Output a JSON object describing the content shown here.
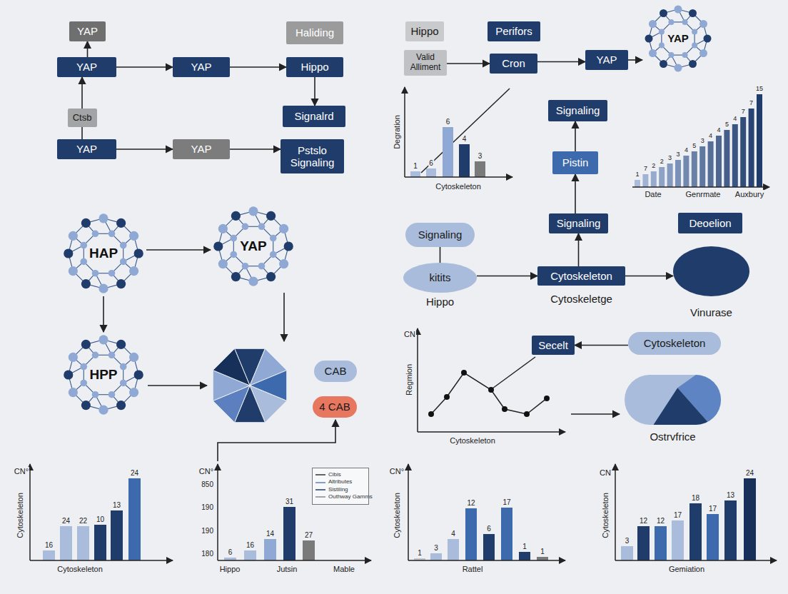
{
  "diagram": {
    "nodes": [
      {
        "text": [
          "YAP"
        ]
      },
      {
        "text": [
          "Haliding"
        ]
      },
      {
        "text": [
          "YAP"
        ]
      },
      {
        "text": [
          "YAP"
        ]
      },
      {
        "text": [
          "Hippo"
        ]
      },
      {
        "text": [
          "Ctsb"
        ]
      },
      {
        "text": [
          "Signalrd"
        ]
      },
      {
        "text": [
          "YAP"
        ]
      },
      {
        "text": [
          "YAP"
        ]
      },
      {
        "text": [
          "Pstslo Signaling"
        ]
      },
      {
        "text": [
          "Hippo"
        ]
      },
      {
        "text": [
          "Perifors"
        ]
      },
      {
        "text": [
          "Valid Alliment"
        ]
      },
      {
        "text": [
          "Cron"
        ]
      },
      {
        "text": [
          "YAP"
        ]
      },
      {
        "text": [
          "YAP"
        ]
      },
      {
        "text": [
          "Signaling"
        ]
      },
      {
        "text": [
          "Pistin"
        ]
      },
      {
        "text": [
          "Signaling"
        ]
      },
      {
        "text": [
          "Deoelion"
        ]
      },
      {
        "text": [
          "HAP"
        ]
      },
      {
        "text": [
          "YAP"
        ]
      },
      {
        "text": [
          "Signaling"
        ]
      },
      {
        "text": [
          "kitits",
          "Hippo"
        ]
      },
      {
        "text": [
          "Cytoskeleton",
          "Cytoskeletge"
        ]
      },
      {
        "text": [
          "Vinurase"
        ]
      },
      {
        "text": [
          "Secelt"
        ]
      },
      {
        "text": [
          "Cytoskeleton"
        ]
      },
      {
        "text": [
          "HPP"
        ]
      },
      {
        "text": [
          "CAB"
        ]
      },
      {
        "text": [
          "4 CAB"
        ]
      },
      {
        "text": [
          "Ostrvfrice"
        ]
      }
    ],
    "edges": [
      {
        "from": 2,
        "to": 0,
        "arrow": "to"
      },
      {
        "from": 5,
        "to": 2,
        "arrow": "to"
      },
      {
        "from": 5,
        "to": 7,
        "arrow": "none"
      },
      {
        "from": 2,
        "to": 3,
        "arrow": "to"
      },
      {
        "from": 3,
        "to": 4,
        "arrow": "to"
      },
      {
        "from": 4,
        "to": 6,
        "arrow": "to"
      },
      {
        "from": 7,
        "to": 8,
        "arrow": "to"
      },
      {
        "from": 8,
        "to": 9,
        "arrow": "to"
      },
      {
        "from": 12,
        "to": 13,
        "arrow": "to"
      },
      {
        "from": 13,
        "to": 14,
        "arrow": "to"
      },
      {
        "from": 14,
        "to": 15,
        "arrow": "to"
      },
      {
        "from": 17,
        "to": 16,
        "arrow": "to"
      },
      {
        "from": 18,
        "to": 17,
        "arrow": "to"
      },
      {
        "from": 20,
        "to": 21,
        "arrow": "to"
      },
      {
        "from": 20,
        "to": 28,
        "arrow": "to"
      },
      {
        "from": 22,
        "to": 23,
        "arrow": "none"
      },
      {
        "from": 23,
        "to": 24,
        "arrow": "to"
      },
      {
        "from": 24,
        "to": 18,
        "arrow": "to"
      },
      {
        "from": 24,
        "to": 25,
        "arrow": "to"
      },
      {
        "from": 27,
        "to": 26,
        "arrow": "to"
      }
    ],
    "labels": [
      "Degration",
      "Cytoskeleton",
      "1",
      "6",
      "6",
      "4",
      "3",
      "Date",
      "Genrmate",
      "Auxbury",
      "1",
      "7",
      "2",
      "2",
      "3",
      "3",
      "4",
      "5",
      "3",
      "4",
      "4",
      "5",
      "4",
      "7",
      "7",
      "15",
      "CN",
      "Regmion",
      "Cytoskeleton",
      "CN°",
      "Cytoskeleton",
      "Cytoskeleton",
      "16",
      "24",
      "22",
      "10",
      "13",
      "24",
      "CN°",
      "850",
      "190",
      "190",
      "180",
      "Hippo",
      "Jutsin",
      "Mable",
      "6",
      "16",
      "14",
      "31",
      "27",
      "CN°",
      "Cytoskeleton",
      "Rattel",
      "1",
      "3",
      "4",
      "12",
      "6",
      "17",
      "1",
      "1",
      "CN",
      "Cytoskeleton",
      "Gemiation",
      "3",
      "12",
      "12",
      "17",
      "18",
      "17",
      "13",
      "24"
    ],
    "legend": [
      {
        "text": "Cibis"
      },
      {
        "text": "Altributes"
      },
      {
        "text": "Sistiling"
      },
      {
        "text": "Outhway Gamms"
      }
    ]
  }
}
